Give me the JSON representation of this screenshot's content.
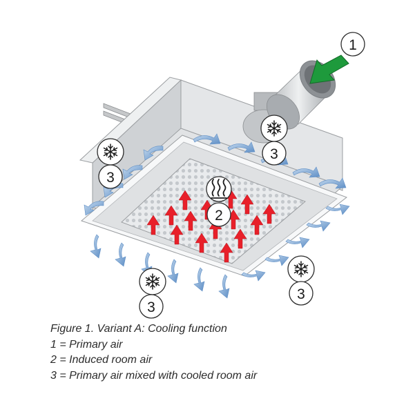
{
  "callouts": {
    "primary_air": "1",
    "induced_room_air": "2",
    "mixed_air_right_top": "3",
    "mixed_air_left": "3",
    "mixed_air_bottom_left": "3",
    "mixed_air_bottom_right": "3"
  },
  "caption": {
    "title": "Figure 1. Variant A: Cooling function",
    "legend": [
      "1 = Primary air",
      "2 = Induced room air",
      "3 = Primary air mixed with cooled room air"
    ]
  },
  "colors": {
    "primary_air_arrow": "#1e9a3c",
    "induced_air_arrows": "#e8202a",
    "mixed_air_arrows": "#7aa6d6",
    "housing": "#d7d9db",
    "perforated_panel": "#c9ccd0"
  },
  "icons": {
    "cooling": "snowflake-icon",
    "heating": "heat-waves-icon"
  }
}
